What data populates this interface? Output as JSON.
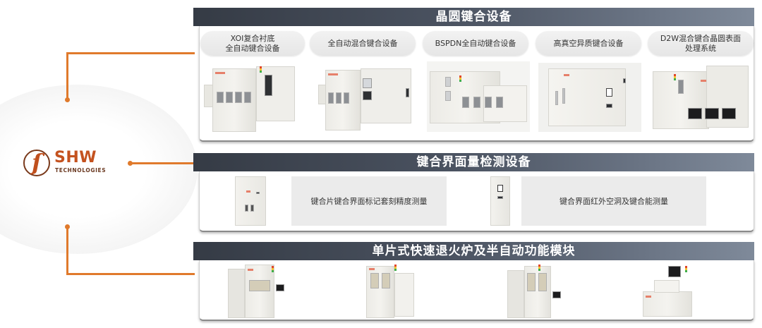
{
  "brand": {
    "logo_glyph": "ſ",
    "name": "SHW",
    "subtitle": "TECHNOLOGIES",
    "colors": {
      "primary": "#c4521f",
      "dark": "#6b3a22",
      "connector": "#e07a2c"
    }
  },
  "sections": [
    {
      "title": "晶圆键合设备",
      "items": [
        {
          "label_line1": "XOI复合衬底",
          "label_line2": "全自动键合设备"
        },
        {
          "label_line1": "全自动混合键合设备",
          "label_line2": ""
        },
        {
          "label_line1": "BSPDN全自动键合设备",
          "label_line2": ""
        },
        {
          "label_line1": "高真空异质键合设备",
          "label_line2": ""
        },
        {
          "label_line1": "D2W混合键合晶圆表面",
          "label_line2": "处理系统"
        }
      ]
    },
    {
      "title": "键合界面量检测设备",
      "items": [
        {
          "label": "键合片键合界面标记套刻精度测量"
        },
        {
          "label": "键合界面红外空洞及键合能测量"
        }
      ]
    },
    {
      "title": "单片式快速退火炉及半自动功能模块",
      "items": [
        {
          "machine": "rapid-annealing-furnace-1"
        },
        {
          "machine": "rapid-annealing-furnace-2"
        },
        {
          "machine": "rapid-annealing-furnace-3"
        },
        {
          "machine": "semi-auto-module"
        }
      ]
    }
  ],
  "header_gradient": [
    "#353b45",
    "#7f8a9a"
  ]
}
